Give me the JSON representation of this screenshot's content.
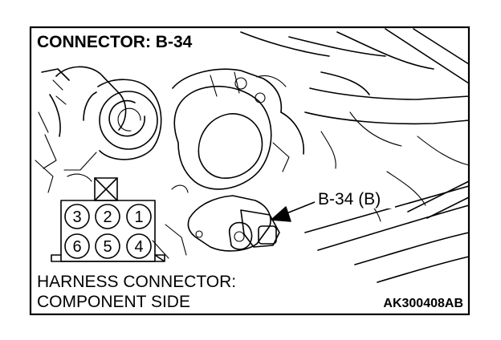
{
  "title": "CONNECTOR: B-34",
  "callout_label": "B-34 (B)",
  "caption": {
    "line1": "HARNESS CONNECTOR:",
    "line2": "COMPONENT SIDE"
  },
  "figure_code": "AK300408AB",
  "connector_pins": {
    "top_row": [
      "3",
      "2",
      "1"
    ],
    "bottom_row": [
      "6",
      "5",
      "4"
    ]
  }
}
